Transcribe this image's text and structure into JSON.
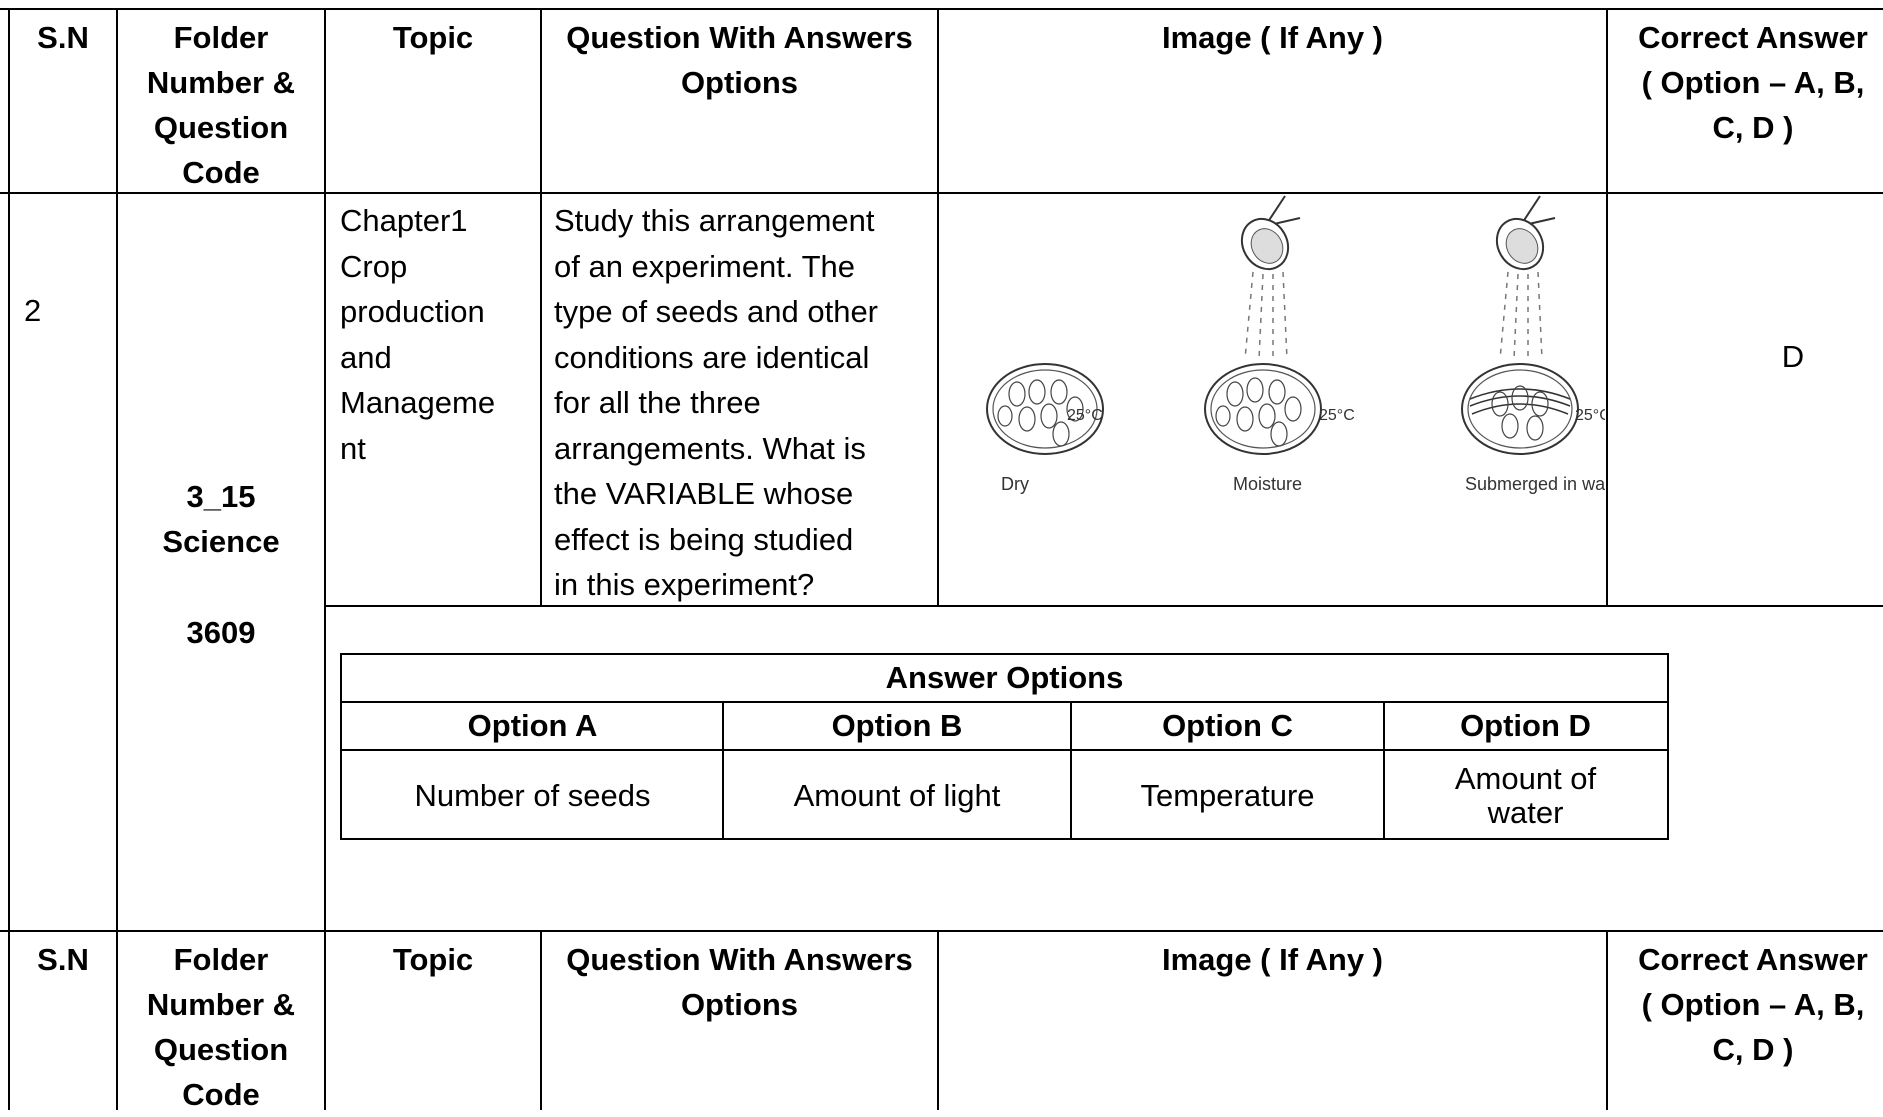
{
  "headers": {
    "sn": "S.N",
    "folder": [
      "Folder",
      "Number &",
      "Question",
      "Code"
    ],
    "topic": "Topic",
    "question": [
      "Question With Answers",
      "Options"
    ],
    "image": "Image ( If Any )",
    "correct": [
      "Correct  Answer",
      "( Option – A, B,",
      "C, D )"
    ]
  },
  "row": {
    "sn": "2",
    "folder_number": "3_15",
    "folder_subject": "Science",
    "question_code": "3609",
    "topic_lines": [
      "Chapter1",
      "Crop",
      "production",
      "and",
      "Manageme",
      "nt"
    ],
    "question_lines": [
      "Study this arrangement",
      "of an experiment. The",
      "type of seeds and other",
      "conditions are identical",
      "for all the three",
      "arrangements. What is",
      "the VARIABLE whose",
      "effect is being studied",
      "in this experiment?"
    ],
    "correct_answer": "D",
    "image_labels": {
      "temp": "25°C",
      "dry": "Dry",
      "moisture": "Moisture",
      "submerged": "Submerged in water"
    }
  },
  "answer_options": {
    "title": "Answer Options",
    "headers": [
      "Option A",
      "Option B",
      "Option C",
      "Option D"
    ],
    "values": [
      "Number of seeds",
      "Amount of light",
      "Temperature",
      "Amount of water"
    ]
  }
}
